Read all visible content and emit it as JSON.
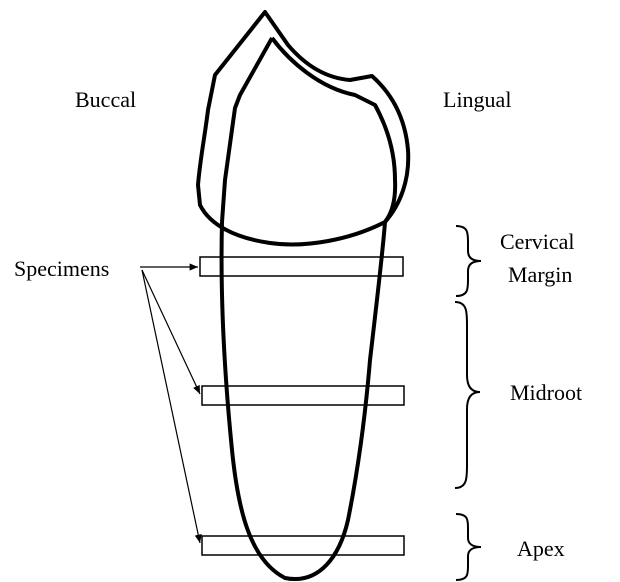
{
  "labels": {
    "buccal": "Buccal",
    "lingual": "Lingual",
    "specimens": "Specimens",
    "cervical_line1": "Cervical",
    "cervical_line2": "Margin",
    "midroot": "Midroot",
    "apex": "Apex"
  },
  "colors": {
    "line": "#000000",
    "background": "#ffffff"
  }
}
